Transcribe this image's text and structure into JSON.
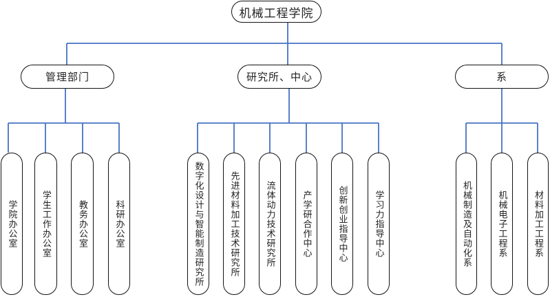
{
  "root": {
    "label": "机械工程学院"
  },
  "groups": [
    {
      "label": "管理部门",
      "children": [
        "学院办公室",
        "学生工作办公室",
        "教务办公室",
        "科研办公室"
      ]
    },
    {
      "label": "研究所、中心",
      "children": [
        "数字化设计与智能制造研究所",
        "先进材料加工技术研究所",
        "流体动力技术研究所",
        "产学研合作中心",
        "创新创业指导中心",
        "学习力指导中心"
      ]
    },
    {
      "label": "系",
      "children": [
        "机械制造及自动化系",
        "机械电子工程系",
        "材料加工工程系"
      ]
    }
  ],
  "colors": {
    "connector": "#4472C4",
    "border": "#111111"
  }
}
